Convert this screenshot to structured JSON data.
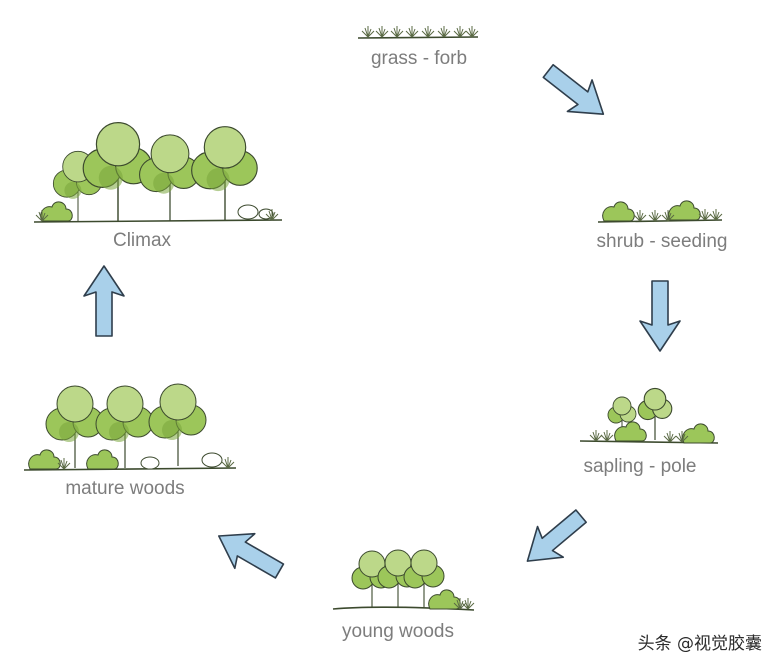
{
  "stages": [
    {
      "id": "grass-forb",
      "label": "grass - forb"
    },
    {
      "id": "shrub-seeding",
      "label": "shrub - seeding"
    },
    {
      "id": "sapling-pole",
      "label": "sapling - pole"
    },
    {
      "id": "young-woods",
      "label": "young woods"
    },
    {
      "id": "mature-woods",
      "label": "mature woods"
    },
    {
      "id": "climax",
      "label": "Climax"
    }
  ],
  "watermark": "头条 @视觉胶囊",
  "colors": {
    "foliage_light": "#bcd889",
    "foliage_mid": "#9cc65a",
    "foliage_dark": "#7aa63d",
    "outline": "#3c4a2e",
    "arrow_fill": "#a9d0ea",
    "arrow_stroke": "#2f3e4c",
    "label": "#7d7d7d"
  }
}
